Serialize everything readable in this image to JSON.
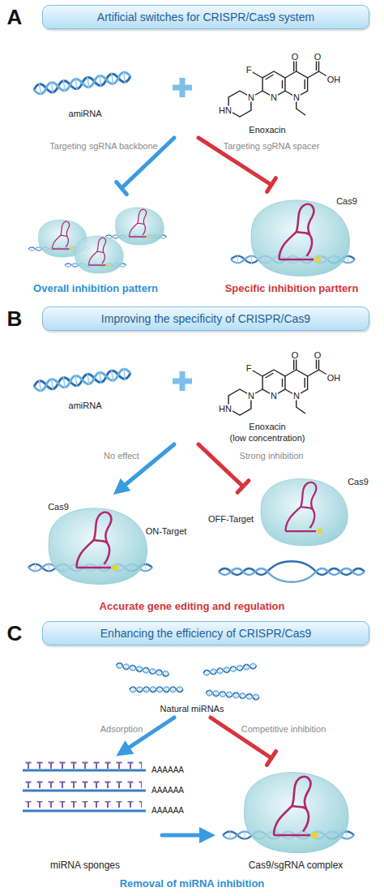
{
  "diagram": {
    "nodes": [
      {
        "text": [
          "Artificial switches for CRISPR/Cas9 system"
        ]
      },
      {
        "text": [
          "Improving the specificity of CRISPR/Cas9"
        ]
      },
      {
        "text": [
          "Enhancing the efficiency of CRISPR/Cas9"
        ]
      }
    ],
    "labels": [
      "A",
      "amiRNA",
      "Enoxacin",
      "F",
      "O",
      "O",
      "OH",
      "HN",
      "N",
      "N",
      "N",
      "Targeting sgRNA backbone",
      "Targeting sgRNA spacer",
      "Cas9",
      "Overall inhibition pattern",
      "Specific inhibition parttern",
      "B",
      "amiRNA",
      "Enoxacin",
      "(low concentration)",
      "F",
      "O",
      "O",
      "OH",
      "HN",
      "N",
      "N",
      "N",
      "No effect",
      "Strong inhibition",
      "Cas9",
      "ON-Target",
      "Cas9",
      "OFF-Target",
      "Accurate gene editing and regulation",
      "C",
      "Natural miRNAs",
      "Adsorption",
      "Competitive inhibition",
      "AAAAAA",
      "AAAAAA",
      "AAAAAA",
      "miRNA sponges",
      "Cas9/sgRNA complex",
      "Removal of miRNA inhibition"
    ]
  }
}
